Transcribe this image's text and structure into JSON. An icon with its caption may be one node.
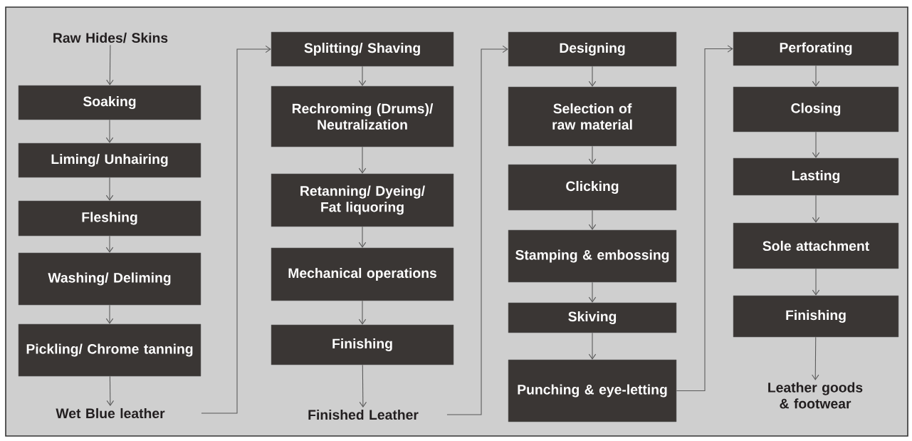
{
  "diagram": {
    "nodes": [
      {
        "text": [
          "Raw Hides/ Skins"
        ]
      },
      {
        "text": [
          "Soaking"
        ]
      },
      {
        "text": [
          "Liming/ Unhairing"
        ]
      },
      {
        "text": [
          "Fleshing"
        ]
      },
      {
        "text": [
          "Washing/ Deliming"
        ]
      },
      {
        "text": [
          "Pickling/ Chrome tanning"
        ]
      },
      {
        "text": [
          "Wet Blue leather"
        ]
      },
      {
        "text": [
          "Splitting/ Shaving"
        ]
      },
      {
        "text": [
          "Rechroming (Drums)/ Neutralization"
        ]
      },
      {
        "text": [
          "Retanning/ Dyeing/ Fat liquoring"
        ]
      },
      {
        "text": [
          "Mechanical operations"
        ]
      },
      {
        "text": [
          "Finishing"
        ]
      },
      {
        "text": [
          "Finished Leather"
        ]
      },
      {
        "text": [
          "Designing"
        ]
      },
      {
        "text": [
          "Selection of raw material"
        ]
      },
      {
        "text": [
          "Clicking"
        ]
      },
      {
        "text": [
          "Stamping & embossing"
        ]
      },
      {
        "text": [
          "Skiving"
        ]
      },
      {
        "text": [
          "Punching & eye-letting"
        ]
      },
      {
        "text": [
          "Perforating"
        ]
      },
      {
        "text": [
          "Closing"
        ]
      },
      {
        "text": [
          "Lasting"
        ]
      },
      {
        "text": [
          "Sole attachment"
        ]
      },
      {
        "text": [
          "Finishing"
        ]
      },
      {
        "text": [
          "Leather goods & footwear"
        ]
      }
    ],
    "edges": [
      {
        "from": 0,
        "to": 1,
        "arrow": "to"
      },
      {
        "from": 1,
        "to": 2,
        "arrow": "to"
      },
      {
        "from": 2,
        "to": 3,
        "arrow": "to"
      },
      {
        "from": 3,
        "to": 4,
        "arrow": "to"
      },
      {
        "from": 4,
        "to": 5,
        "arrow": "to"
      },
      {
        "from": 5,
        "to": 6,
        "arrow": "to"
      },
      {
        "from": 6,
        "to": 7,
        "arrow": "to"
      },
      {
        "from": 7,
        "to": 8,
        "arrow": "to"
      },
      {
        "from": 8,
        "to": 9,
        "arrow": "to"
      },
      {
        "from": 9,
        "to": 10,
        "arrow": "to"
      },
      {
        "from": 10,
        "to": 11,
        "arrow": "to"
      },
      {
        "from": 11,
        "to": 12,
        "arrow": "to"
      },
      {
        "from": 12,
        "to": 13,
        "arrow": "to"
      },
      {
        "from": 13,
        "to": 14,
        "arrow": "to"
      },
      {
        "from": 14,
        "to": 15,
        "arrow": "to"
      },
      {
        "from": 15,
        "to": 16,
        "arrow": "to"
      },
      {
        "from": 16,
        "to": 17,
        "arrow": "to"
      },
      {
        "from": 17,
        "to": 18,
        "arrow": "to"
      },
      {
        "from": 18,
        "to": 19,
        "arrow": "to"
      },
      {
        "from": 19,
        "to": 20,
        "arrow": "to"
      },
      {
        "from": 20,
        "to": 21,
        "arrow": "to"
      },
      {
        "from": 21,
        "to": 22,
        "arrow": "to"
      },
      {
        "from": 22,
        "to": 23,
        "arrow": "to"
      },
      {
        "from": 23,
        "to": 24,
        "arrow": "to"
      }
    ]
  }
}
